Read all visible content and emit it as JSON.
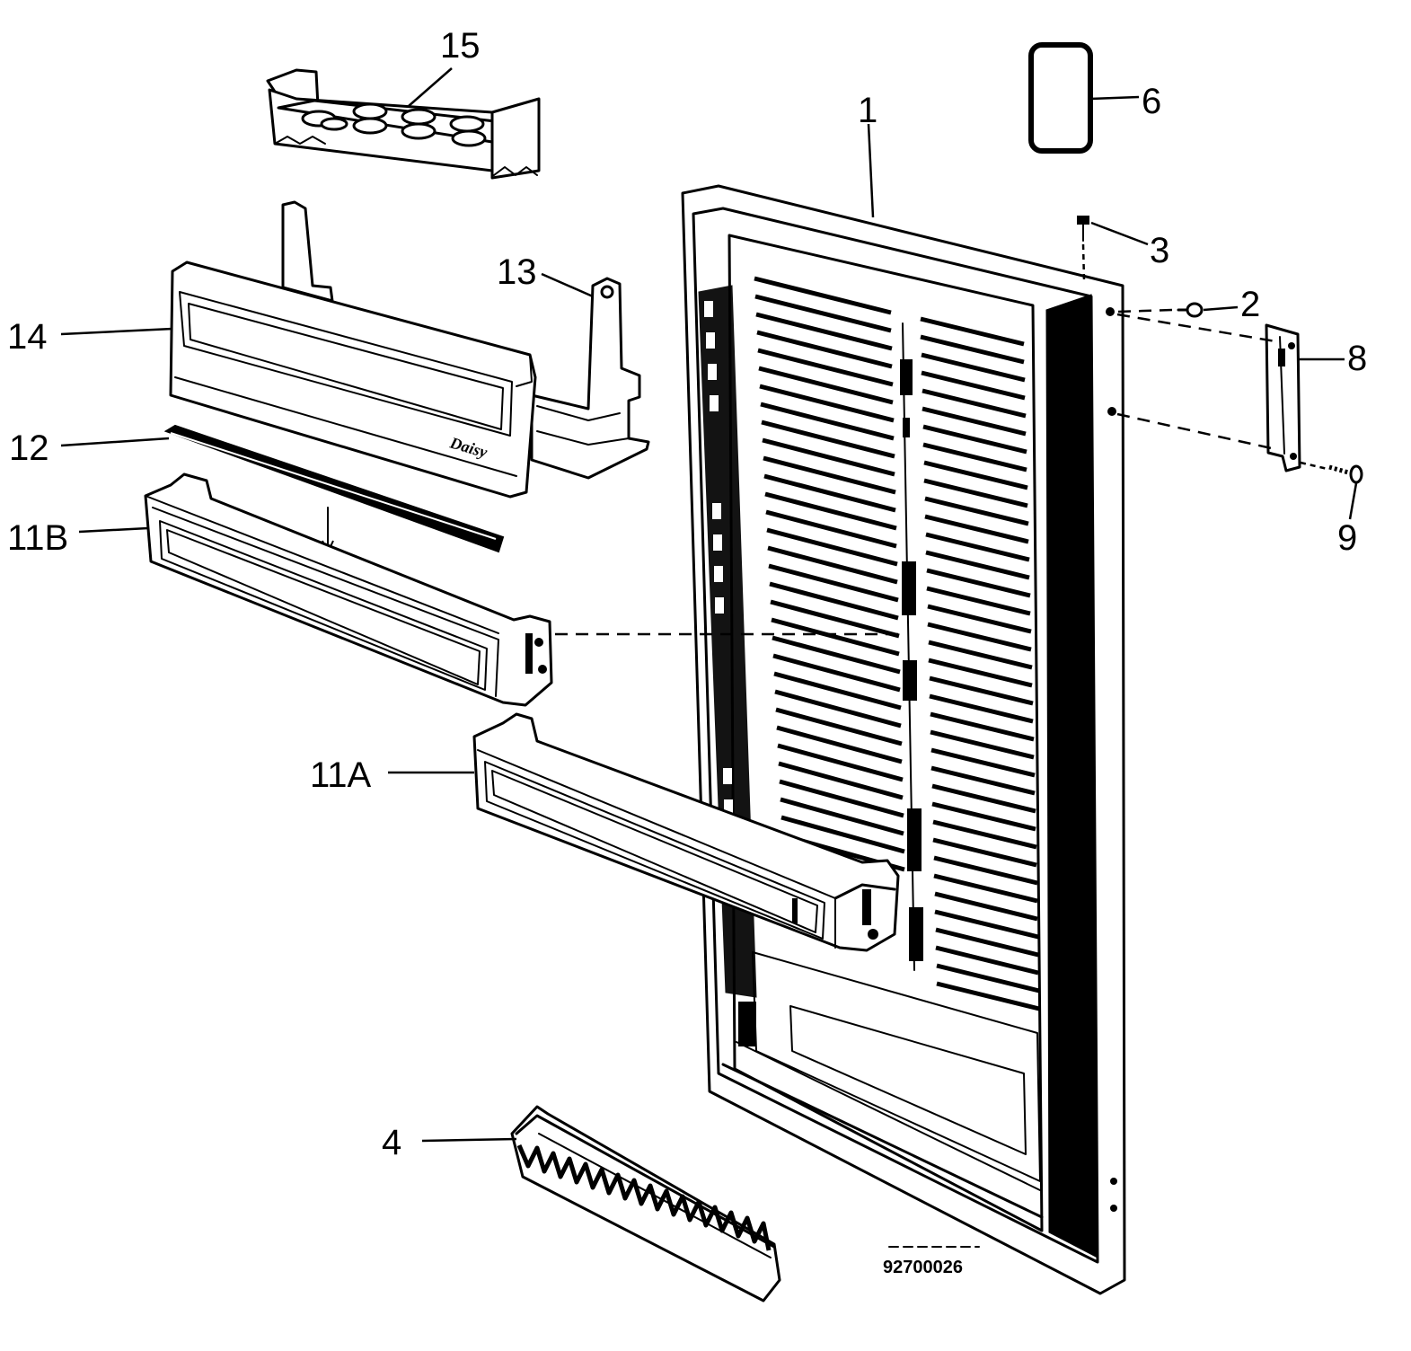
{
  "drawing_number": "92700026",
  "brand_mark": "Daisy",
  "callouts": {
    "c1": "1",
    "c2": "2",
    "c3": "3",
    "c4": "4",
    "c6": "6",
    "c8": "8",
    "c9": "9",
    "c11a": "11A",
    "c11b": "11B",
    "c12": "12",
    "c13": "13",
    "c14": "14",
    "c15": "15"
  }
}
